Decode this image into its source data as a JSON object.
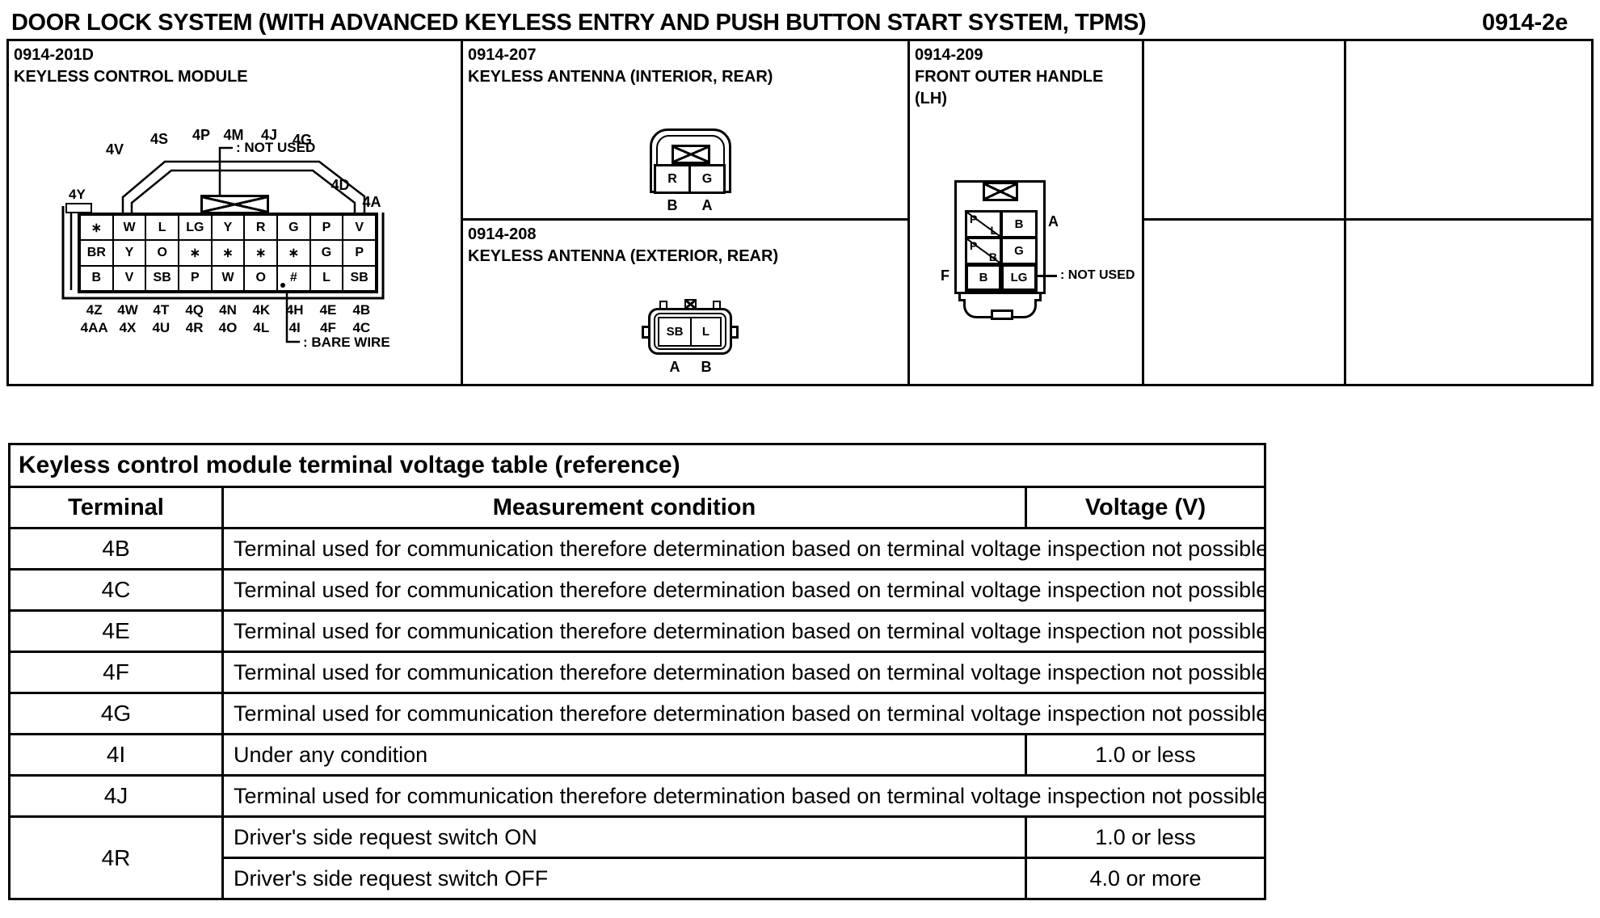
{
  "page": {
    "title": "DOOR LOCK SYSTEM (WITH ADVANCED KEYLESS ENTRY AND PUSH BUTTON START SYSTEM, TPMS)",
    "page_number": "0914-2e"
  },
  "colors": {
    "ink": "#000000",
    "paper": "#ffffff"
  },
  "diagrams": {
    "module": {
      "id": "0914-201D",
      "name": "KEYLESS CONTROL MODULE",
      "not_used_label": ": NOT USED",
      "bare_wire_label": ": BARE WIRE",
      "corner_label": "4Y",
      "top_labels": [
        "4V",
        "4S",
        "4P",
        "4M",
        "4J",
        "4G",
        "4D",
        "4A"
      ],
      "pin_rows": [
        [
          "∗",
          "W",
          "L",
          "LG",
          "Y",
          "R",
          "G",
          "P",
          "V"
        ],
        [
          "BR",
          "Y",
          "O",
          "∗",
          "∗",
          "∗",
          "∗",
          "G",
          "P"
        ],
        [
          "B",
          "V",
          "SB",
          "P",
          "W",
          "O",
          "#",
          "L",
          "SB"
        ]
      ],
      "bare_wire_pin": {
        "row": 3,
        "col": 7
      },
      "bottom_labels_row1": [
        "4Z",
        "4W",
        "4T",
        "4Q",
        "4N",
        "4K",
        "4H",
        "4E",
        "4B"
      ],
      "bottom_labels_row2": [
        "4AA",
        "4X",
        "4U",
        "4R",
        "4O",
        "4L",
        "4I",
        "4F",
        "4C"
      ]
    },
    "antenna_interior": {
      "id": "0914-207",
      "name": "KEYLESS ANTENNA (INTERIOR, REAR)",
      "pins": [
        "R",
        "G"
      ],
      "pin_labels": [
        "B",
        "A"
      ]
    },
    "antenna_exterior": {
      "id": "0914-208",
      "name": "KEYLESS ANTENNA (EXTERIOR, REAR)",
      "pins": [
        "SB",
        "L"
      ],
      "pin_labels": [
        "A",
        "B"
      ]
    },
    "front_outer_handle": {
      "id": "0914-209",
      "name_line1": "FRONT OUTER HANDLE",
      "name_line2": "(LH)",
      "side_label_right": "A",
      "side_label_left": "F",
      "not_used_label": ": NOT USED",
      "pin_rows": [
        {
          "left": {
            "top": "P",
            "bottom": "L"
          },
          "right": "B"
        },
        {
          "left": {
            "top": "P",
            "bottom": "B"
          },
          "right": "G"
        },
        {
          "left": "B",
          "right": "LG"
        }
      ]
    }
  },
  "table": {
    "title": "Keyless control module terminal voltage table (reference)",
    "headers": [
      "Terminal",
      "Measurement condition",
      "Voltage (V)"
    ],
    "rows": [
      {
        "terminal": "4B",
        "lines": [
          {
            "condition": "Terminal used for communication therefore determination based on terminal voltage inspection not possible.",
            "voltage": ""
          }
        ]
      },
      {
        "terminal": "4C",
        "lines": [
          {
            "condition": "Terminal used for communication therefore determination based on terminal voltage inspection not possible.",
            "voltage": ""
          }
        ]
      },
      {
        "terminal": "4E",
        "lines": [
          {
            "condition": "Terminal used for communication therefore determination based on terminal voltage inspection not possible.",
            "voltage": ""
          }
        ]
      },
      {
        "terminal": "4F",
        "lines": [
          {
            "condition": "Terminal used for communication therefore determination based on terminal voltage inspection not possible.",
            "voltage": ""
          }
        ]
      },
      {
        "terminal": "4G",
        "lines": [
          {
            "condition": "Terminal used for communication therefore determination based on terminal voltage inspection not possible.",
            "voltage": ""
          }
        ]
      },
      {
        "terminal": "4I",
        "lines": [
          {
            "condition": "Under any condition",
            "voltage": "1.0 or less"
          }
        ]
      },
      {
        "terminal": "4J",
        "lines": [
          {
            "condition": "Terminal used for communication therefore determination based on terminal voltage inspection not possible.",
            "voltage": ""
          }
        ]
      },
      {
        "terminal": "4R",
        "lines": [
          {
            "condition": "Driver's side request switch ON",
            "voltage": "1.0 or less"
          },
          {
            "condition": "Driver's side request switch OFF",
            "voltage": "4.0 or more"
          }
        ]
      }
    ]
  }
}
